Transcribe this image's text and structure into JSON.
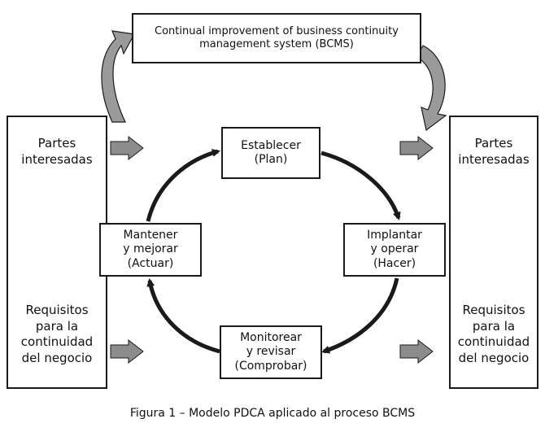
{
  "top_box": "Continual improvement of business continuity\nmanagement system (BCMS)",
  "left_panel": {
    "top": "Partes\ninteresadas",
    "bottom": "Requisitos\npara la\ncontinuidad\ndel negocio"
  },
  "right_panel": {
    "top": "Partes\ninteresadas",
    "bottom": "Requisitos\npara la\ncontinuidad\ndel negocio"
  },
  "cycle": {
    "plan": "Establecer\n(Plan)",
    "do": "Implantar\ny operar\n(Hacer)",
    "check": "Monitorear\ny revisar\n(Comprobar)",
    "act": "Mantener\ny mejorar\n(Actuar)"
  },
  "caption": "Figura 1 – Modelo PDCA aplicado al proceso BCMS",
  "colors": {
    "line": "#1a1a1a",
    "block_arrow": "#8c8c8c",
    "curved_arrow": "#9a9a9a"
  }
}
